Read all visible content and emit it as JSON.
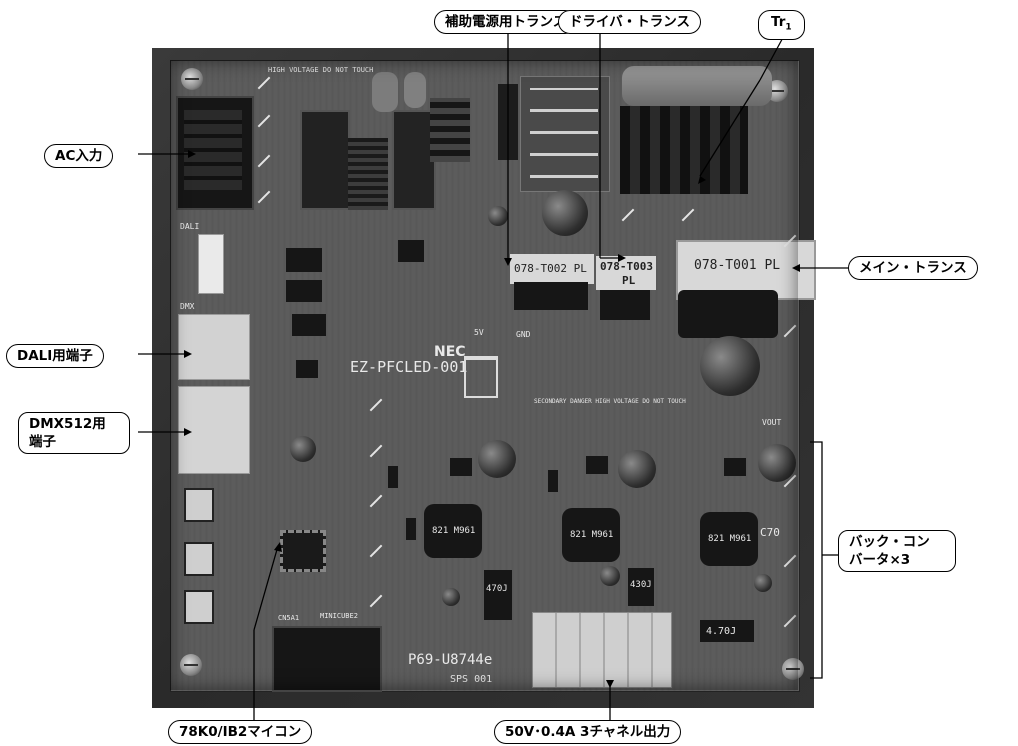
{
  "callouts": {
    "aux_transformer": "補助電源用トランス",
    "driver_transformer": "ドライバ・トランス",
    "tr1": "Tr",
    "tr1_sub": "1",
    "ac_input": "AC入力",
    "main_transformer": "メイン・トランス",
    "dali_terminal": "DALI用端子",
    "dmx_terminal_line1": "DMX512用",
    "dmx_terminal_line2": "端子",
    "buck_converter_line1": "バック・コン",
    "buck_converter_line2": "バータ×3",
    "mcu": "78K0/IB2マイコン",
    "output": "50V･0.4A 3チャネル出力"
  },
  "silkscreen": {
    "brand": "NEC",
    "board_name": "EZ-PFCLED-001",
    "part_number": "P69-U8744e",
    "sps": "SPS 001",
    "hv_warning": "HIGH VOLTAGE DO NOT TOUCH",
    "secondary_warning": "SECONDARY DANGER HIGH VOLTAGE DO NOT TOUCH",
    "aux_label": "078-T002 PL",
    "driver_label_1": "078-T003",
    "driver_label_2": "PL",
    "main_label": "078-T001 PL",
    "inductor_1": "821 M961",
    "inductor_2": "821 M961",
    "inductor_3": "821 M961",
    "inductor_value_1": "470J",
    "inductor_value_2": "430J",
    "inductor_value_3": "4.70J",
    "c70": "C70",
    "mini_cube": "MINICUBE2",
    "cn_label": "CN5A1",
    "dali": "DALI",
    "dmx": "DMX",
    "vout": "VOUT",
    "gnd": "GND",
    "v5": "5V"
  }
}
